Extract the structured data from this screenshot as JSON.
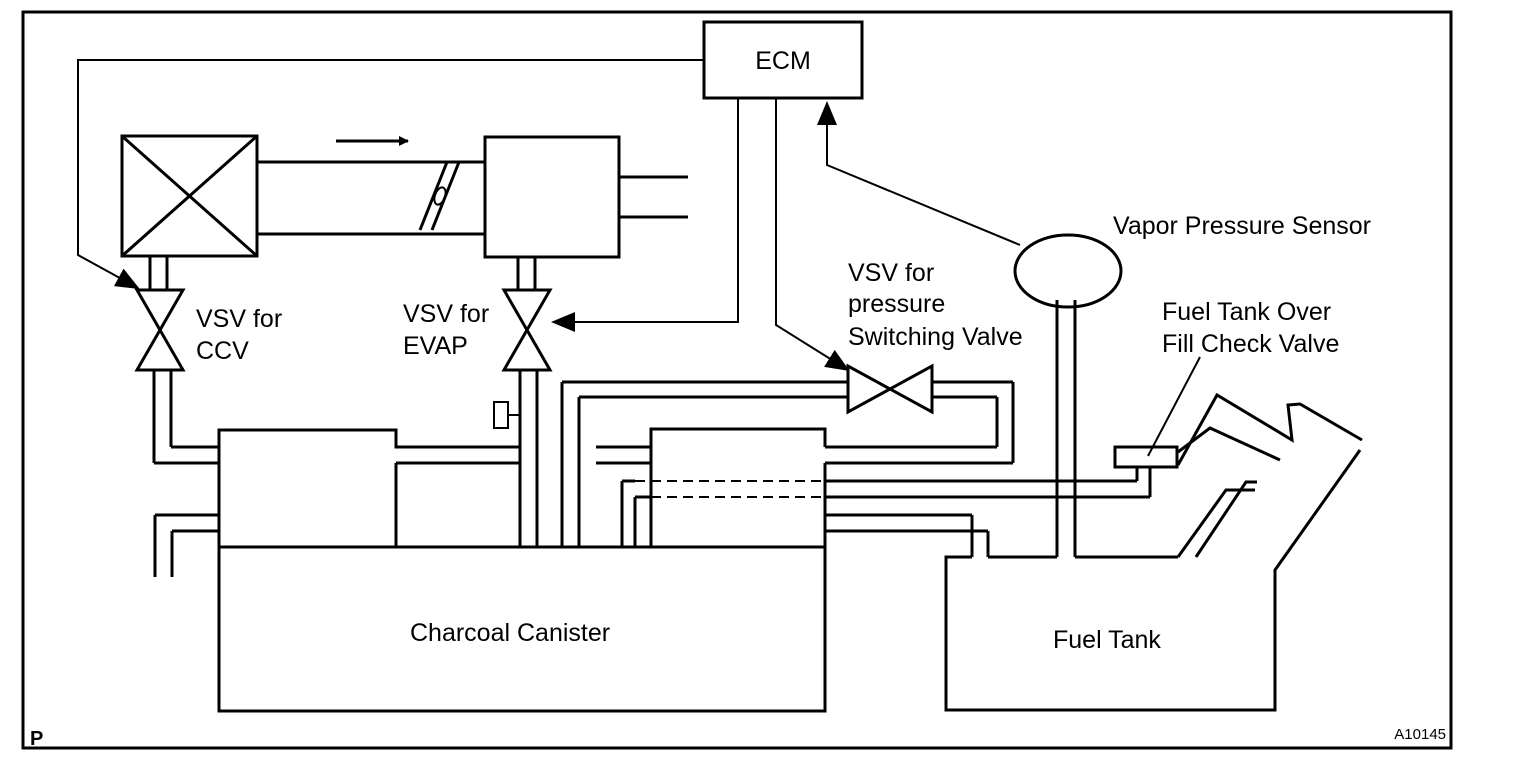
{
  "labels": {
    "ecm": "ECM",
    "vapor_pressure_sensor": "Vapor Pressure Sensor",
    "vsv_ccv_line1": "VSV for",
    "vsv_ccv_line2": "CCV",
    "vsv_evap_line1": "VSV for",
    "vsv_evap_line2": "EVAP",
    "vsv_pressure_line1": "VSV for",
    "vsv_pressure_line2": "pressure",
    "vsv_pressure_line3": "Switching Valve",
    "fill_check_line1": "Fuel Tank Over",
    "fill_check_line2": "Fill Check Valve",
    "charcoal_canister": "Charcoal Canister",
    "fuel_tank": "Fuel Tank",
    "corner_left": "P",
    "figure_code": "A10145"
  }
}
